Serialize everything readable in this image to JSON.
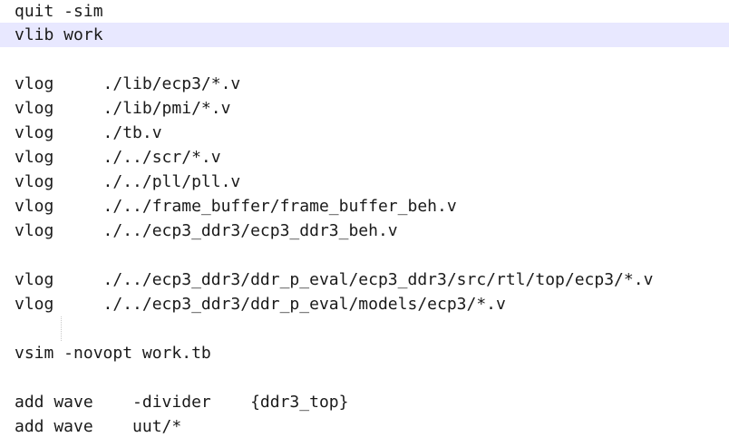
{
  "editor": {
    "lines": [
      "quit -sim",
      "vlib work",
      "",
      "vlog     ./lib/ecp3/*.v",
      "vlog     ./lib/pmi/*.v",
      "vlog     ./tb.v",
      "vlog     ./../scr/*.v",
      "vlog     ./../pll/pll.v",
      "vlog     ./../frame_buffer/frame_buffer_beh.v",
      "vlog     ./../ecp3_ddr3/ecp3_ddr3_beh.v",
      "",
      "vlog     ./../ecp3_ddr3/ddr_p_eval/ecp3_ddr3/src/rtl/top/ecp3/*.v",
      "vlog     ./../ecp3_ddr3/ddr_p_eval/models/ecp3/*.v",
      "",
      "vsim -novopt work.tb",
      "",
      "add wave    -divider    {ddr3_top}",
      "add wave    uut/*"
    ],
    "current_line_color": "#e8e8ff"
  }
}
